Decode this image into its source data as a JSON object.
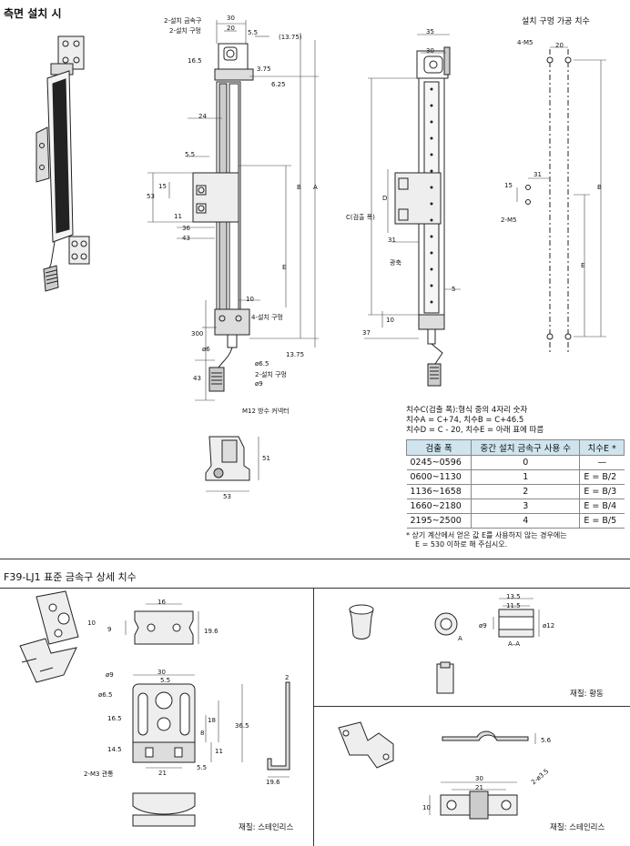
{
  "sections": {
    "side_mount_title": "측면 설치 시",
    "hole_title": "설치 구멍 가공 치수",
    "bracket_title": "F39-LJ1  표준 금속구 상세 치수"
  },
  "side_view_labels": {
    "mount_bracket": "2-설치 금속구",
    "mount_hole_top": "2-설치 구멍",
    "d30": "30",
    "d20": "20",
    "d5_5": "5.5",
    "d13_75": "(13.75)",
    "d16_5": "16.5",
    "d3_75": "3.75",
    "d6_25": "6.25",
    "d24": "24",
    "d5_5b": "5.5",
    "d53": "53",
    "d15": "15",
    "d11": "11",
    "d36": "36",
    "d43": "43",
    "B": "B",
    "A": "A",
    "E": "E",
    "d10": "10",
    "mount_hole_4": "4-설치 구멍",
    "d300": "300",
    "phi6": "ø6",
    "d43b": "43",
    "phi6_5": "ø6.5",
    "mount_hole_2": "2-설치 구멍",
    "phi9": "ø9",
    "d13_75b": "13.75",
    "connector": "M12 방수 커넥터"
  },
  "front_view_labels": {
    "d35": "35",
    "d30": "30",
    "C": "C(검출 폭)",
    "D": "D",
    "d31": "31",
    "optical_axis": "광축",
    "d5": "5",
    "d10": "10",
    "d37": "37"
  },
  "hole_view_labels": {
    "m5_4": "4-M5",
    "d20": "20",
    "d31": "31",
    "d15": "15",
    "m5_2": "2-M5",
    "B": "B",
    "E": "E"
  },
  "bottom_view_labels": {
    "d51": "51",
    "d53": "53"
  },
  "notes": {
    "line1": "치수C(검출 폭):형식 중의 4자리 숫자",
    "line2": "치수A = C+74, 치수B = C+46.5",
    "line3": "치수D = C - 20, 치수E = 아래 표에 따름",
    "footnote1": "* 상기 계산에서 얻은 값 E를 사용하지 않는 경우에는",
    "footnote2": "E = 530 이하로 해 주십시오."
  },
  "table": {
    "headers": [
      "검출 폭",
      "중간 설치 금속구 사용 수",
      "치수E *"
    ],
    "rows": [
      [
        "0245~0596",
        "0",
        "—"
      ],
      [
        "0600~1130",
        "1",
        "E = B/2"
      ],
      [
        "1136~1658",
        "2",
        "E = B/3"
      ],
      [
        "1660~2180",
        "3",
        "E = B/4"
      ],
      [
        "2195~2500",
        "4",
        "E = B/5"
      ]
    ]
  },
  "bracket_labels": {
    "d16": "16",
    "d10": "10",
    "d9": "9",
    "d19_6": "19.6",
    "d30": "30",
    "phi9": "ø9",
    "d5_5": "5.5",
    "phi6_5": "ø6.5",
    "d16_5": "16.5",
    "d18": "18",
    "d36_5": "36.5",
    "d8": "8",
    "d11": "11",
    "d14_5": "14.5",
    "d21": "21",
    "d5_5b": "5.5",
    "m3": "2-M3 관통",
    "d2": "2",
    "d19_6b": "19.6",
    "material": "재질: 스테인리스"
  },
  "spacer_labels": {
    "d13_5": "13.5",
    "d11_5": "11.5",
    "phi9": "ø9",
    "phi12": "ø12",
    "A": "A",
    "AA": "A–A",
    "material": "재질: 황동"
  },
  "clip_labels": {
    "d5_6": "5.6",
    "d30": "30",
    "d21": "21",
    "d10": "10",
    "hole": "2-ø3.5",
    "material": "재질: 스테인리스"
  }
}
